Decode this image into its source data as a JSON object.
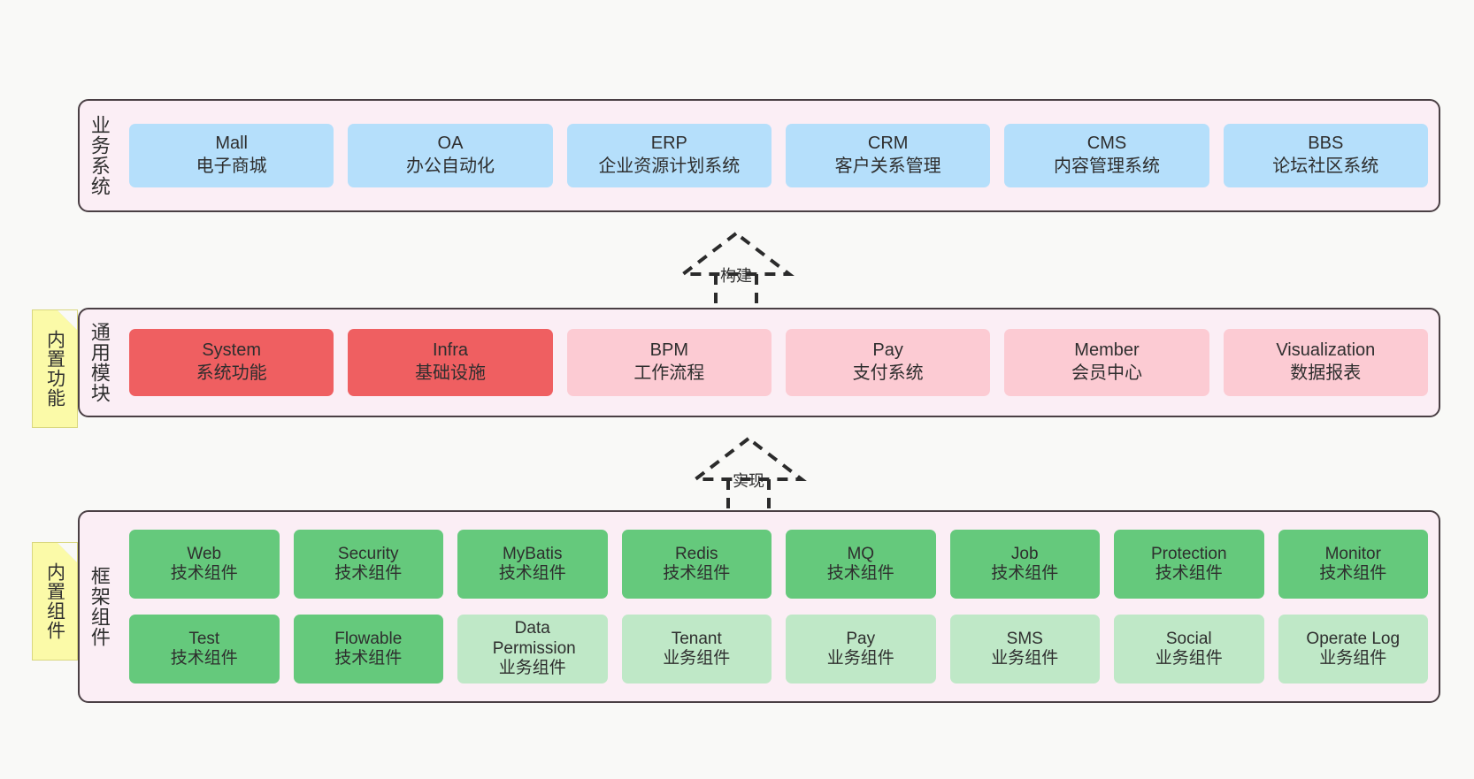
{
  "diagram": {
    "background_color": "#f9f9f7",
    "layer_fill": "#fbeef5",
    "layer_border": "#4a3f44"
  },
  "layers": [
    {
      "id": "business-systems",
      "title": "业务系统",
      "rows": [
        {
          "nodes": [
            {
              "name": "Mall",
              "sub": "电子商城",
              "color": "#b5dffb",
              "style": "blue"
            },
            {
              "name": "OA",
              "sub": "办公自动化",
              "color": "#b5dffb",
              "style": "blue"
            },
            {
              "name": "ERP",
              "sub": "企业资源计划系统",
              "color": "#b5dffb",
              "style": "blue"
            },
            {
              "name": "CRM",
              "sub": "客户关系管理",
              "color": "#b5dffb",
              "style": "blue"
            },
            {
              "name": "CMS",
              "sub": "内容管理系统",
              "color": "#b5dffb",
              "style": "blue"
            },
            {
              "name": "BBS",
              "sub": "论坛社区系统",
              "color": "#b5dffb",
              "style": "blue"
            }
          ]
        }
      ]
    },
    {
      "id": "common-modules",
      "title": "通用模块",
      "note": "内置功能",
      "rows": [
        {
          "nodes": [
            {
              "name": "System",
              "sub": "系统功能",
              "color": "#ef5f61",
              "style": "redstr"
            },
            {
              "name": "Infra",
              "sub": "基础设施",
              "color": "#ef5f61",
              "style": "redstr"
            },
            {
              "name": "BPM",
              "sub": "工作流程",
              "color": "#fccbd3",
              "style": "redlite"
            },
            {
              "name": "Pay",
              "sub": "支付系统",
              "color": "#fccbd3",
              "style": "redlite"
            },
            {
              "name": "Member",
              "sub": "会员中心",
              "color": "#fccbd3",
              "style": "redlite"
            },
            {
              "name": "Visualization",
              "sub": "数据报表",
              "color": "#fccbd3",
              "style": "redlite"
            }
          ]
        }
      ]
    },
    {
      "id": "framework-components",
      "title": "框架组件",
      "note": "内置组件",
      "rows": [
        {
          "nodes": [
            {
              "name": "Web",
              "sub": "技术组件",
              "color": "#65c97c",
              "style": "green"
            },
            {
              "name": "Security",
              "sub": "技术组件",
              "color": "#65c97c",
              "style": "green"
            },
            {
              "name": "MyBatis",
              "sub": "技术组件",
              "color": "#65c97c",
              "style": "green"
            },
            {
              "name": "Redis",
              "sub": "技术组件",
              "color": "#65c97c",
              "style": "green"
            },
            {
              "name": "MQ",
              "sub": "技术组件",
              "color": "#65c97c",
              "style": "green"
            },
            {
              "name": "Job",
              "sub": "技术组件",
              "color": "#65c97c",
              "style": "green"
            },
            {
              "name": "Protection",
              "sub": "技术组件",
              "color": "#65c97c",
              "style": "green"
            },
            {
              "name": "Monitor",
              "sub": "技术组件",
              "color": "#65c97c",
              "style": "green"
            }
          ]
        },
        {
          "nodes": [
            {
              "name": "Test",
              "sub": "技术组件",
              "color": "#65c97c",
              "style": "green"
            },
            {
              "name": "Flowable",
              "sub": "技术组件",
              "color": "#65c97c",
              "style": "green"
            },
            {
              "name": "Data Permission",
              "sub": "业务组件",
              "color": "#bfe8c7",
              "style": "greenl"
            },
            {
              "name": "Tenant",
              "sub": "业务组件",
              "color": "#bfe8c7",
              "style": "greenl"
            },
            {
              "name": "Pay",
              "sub": "业务组件",
              "color": "#bfe8c7",
              "style": "greenl"
            },
            {
              "name": "SMS",
              "sub": "业务组件",
              "color": "#bfe8c7",
              "style": "greenl"
            },
            {
              "name": "Social",
              "sub": "业务组件",
              "color": "#bfe8c7",
              "style": "greenl"
            },
            {
              "name": "Operate Log",
              "sub": "业务组件",
              "color": "#bfe8c7",
              "style": "greenl"
            }
          ]
        }
      ]
    }
  ],
  "connectors": [
    {
      "id": "build",
      "label": "构建",
      "style": "dashed-hollow-arrow-up",
      "from": "common-modules",
      "to": "business-systems"
    },
    {
      "id": "implement",
      "label": "实现",
      "style": "dashed-hollow-arrow-up",
      "from": "framework-components",
      "to": "common-modules"
    }
  ]
}
